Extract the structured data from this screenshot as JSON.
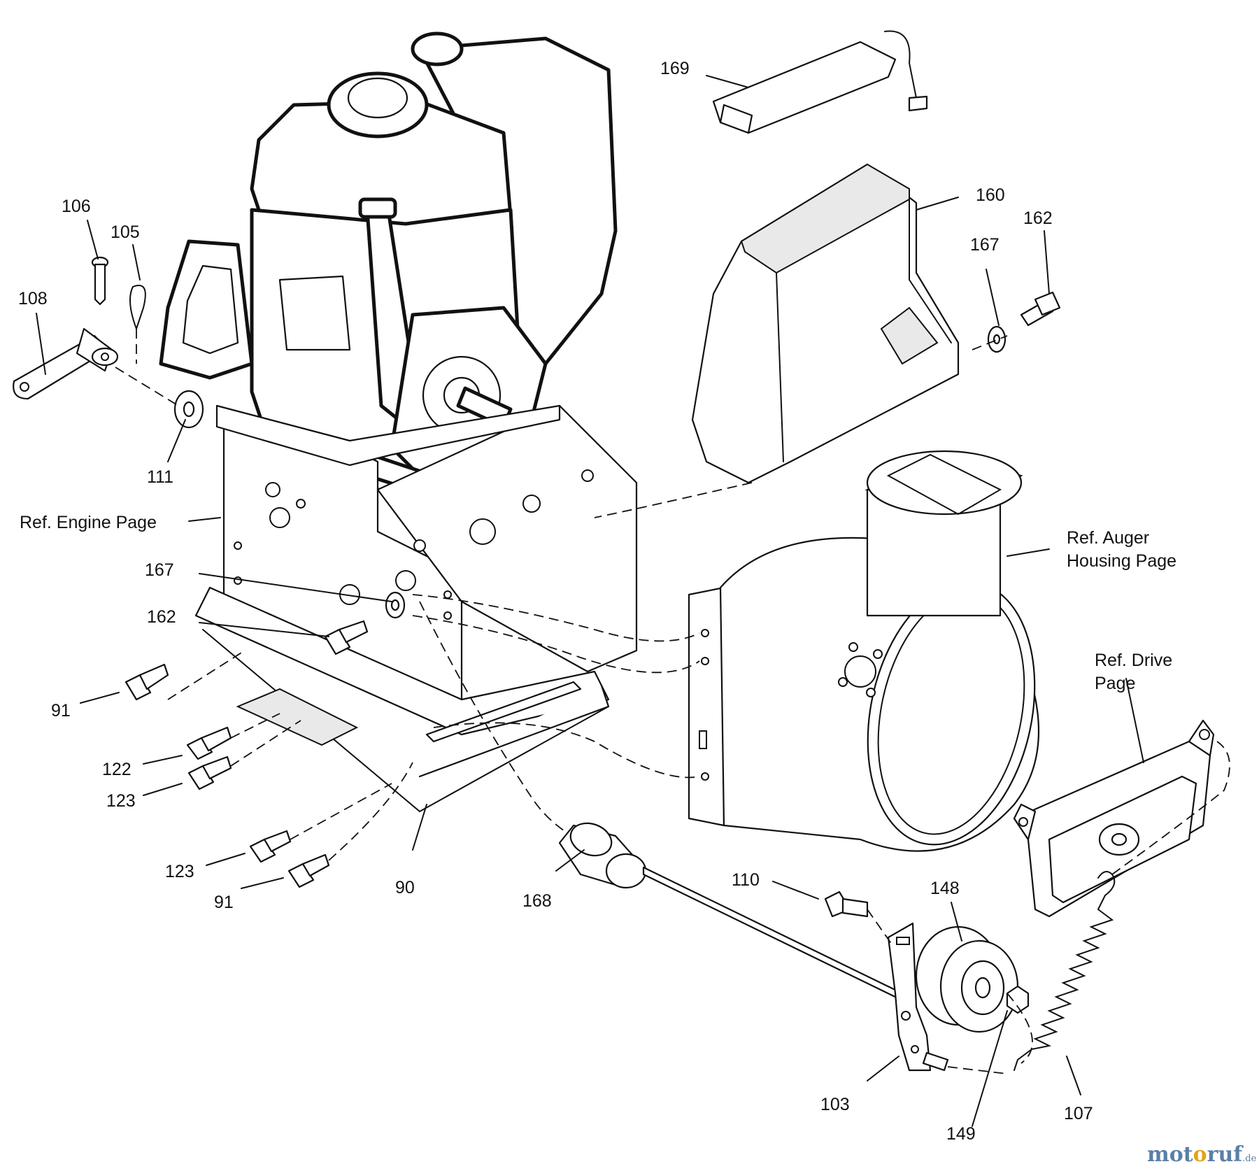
{
  "diagram": {
    "type": "exploded-parts-diagram",
    "part_numbers": {
      "p106": "106",
      "p105": "105",
      "p108": "108",
      "p111": "111",
      "p169": "169",
      "p160": "160",
      "p162_top": "162",
      "p167_top": "167",
      "p167_mid": "167",
      "p162_mid": "162",
      "p91_upper": "91",
      "p122": "122",
      "p123_upper": "123",
      "p123_lower": "123",
      "p91_lower": "91",
      "p90": "90",
      "p168": "168",
      "p110": "110",
      "p148": "148",
      "p103": "103",
      "p149": "149",
      "p107": "107"
    },
    "references": {
      "engine": "Ref. Engine Page",
      "auger_line1": "Ref. Auger",
      "auger_line2": "Housing Page",
      "drive_line1": "Ref. Drive",
      "drive_line2": "Page"
    },
    "watermark": {
      "brand": "motoruf",
      "suffix": ".de"
    }
  }
}
